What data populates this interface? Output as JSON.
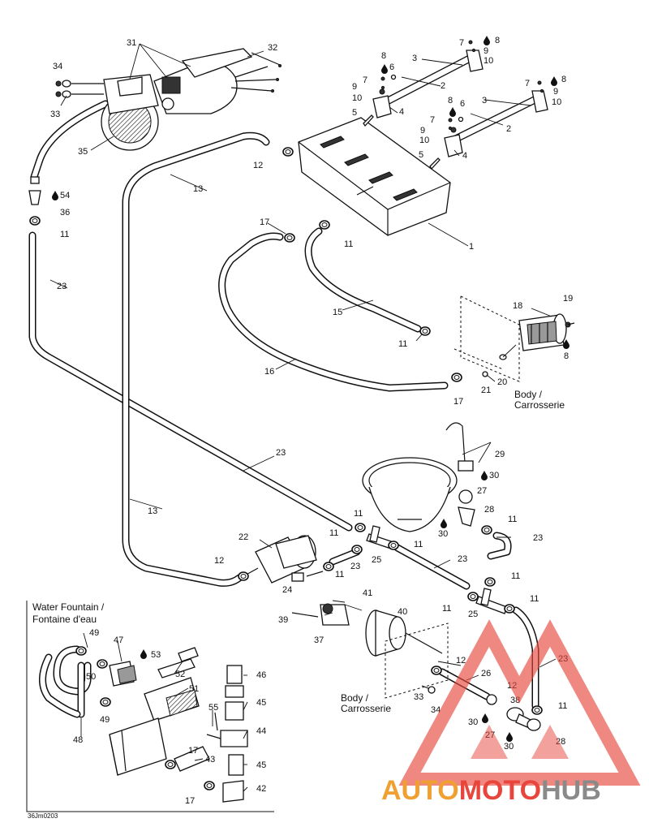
{
  "callouts": {
    "n1": "1",
    "n2": "2",
    "n3": "3",
    "n4": "4",
    "n5": "5",
    "n6": "6",
    "n7": "7",
    "n8": "8",
    "n9": "9",
    "n10": "10",
    "n11": "11",
    "n12": "12",
    "n13": "13",
    "n15": "15",
    "n16": "16",
    "n17": "17",
    "n18": "18",
    "n19": "19",
    "n20": "20",
    "n21": "21",
    "n22": "22",
    "n23": "23",
    "n24": "24",
    "n25": "25",
    "n26": "26",
    "n27": "27",
    "n28": "28",
    "n29": "29",
    "n30": "30",
    "n31": "31",
    "n32": "32",
    "n33": "33",
    "n34": "34",
    "n35": "35",
    "n36": "36",
    "n37": "37",
    "n38": "38",
    "n39": "39",
    "n40": "40",
    "n41": "41",
    "n42": "42",
    "n43": "43",
    "n44": "44",
    "n45": "45",
    "n46": "46",
    "n47": "47",
    "n48": "48",
    "n49": "49",
    "n50": "50",
    "n51": "51",
    "n52": "52",
    "n53": "53",
    "n54": "54",
    "n55": "55"
  },
  "labels": {
    "body_right_1": "Body /",
    "body_right_2": "Carrosserie",
    "body_bottom_1": "Body /",
    "body_bottom_2": "Carrosserie",
    "inset_title_1": "Water Fountain /",
    "inset_title_2": "Fontaine d'eau",
    "figure_code": "36Jm0203"
  },
  "watermark": {
    "text_a": "AUTO",
    "text_b": "MOTO",
    "text_c": "HUB",
    "color_red": "#e8463c",
    "color_orange": "#f0a030",
    "color_gray": "#8a8a8a"
  }
}
